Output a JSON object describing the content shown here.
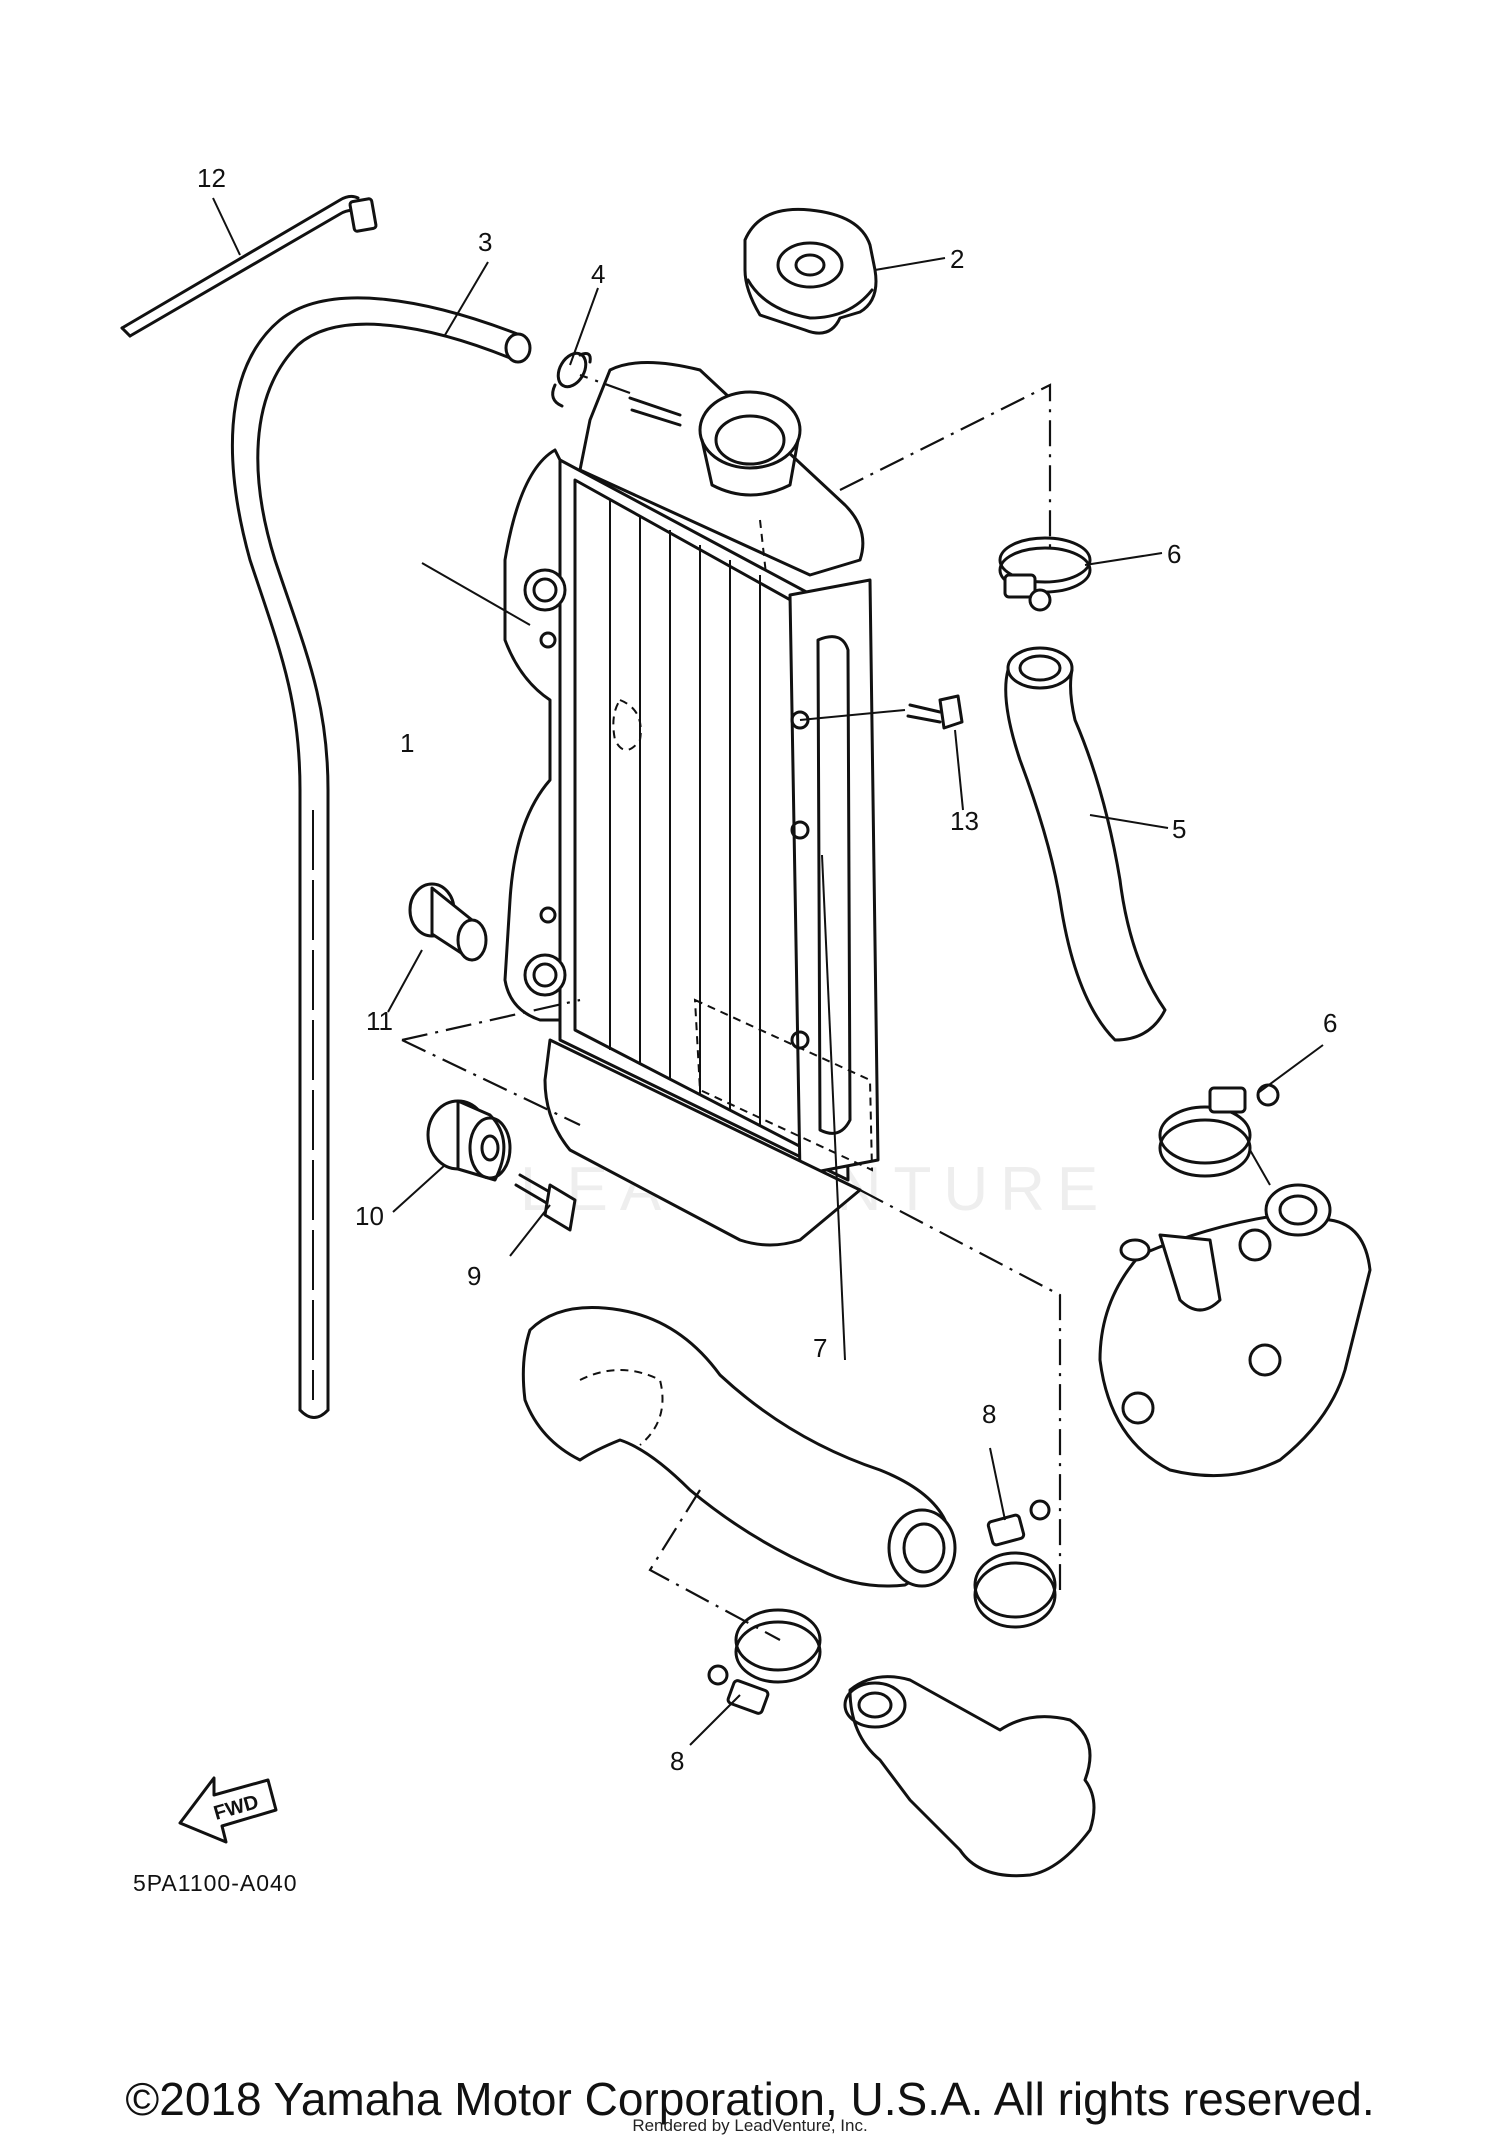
{
  "diagram_code": "5PA1100-A040",
  "copyright": "©2018 Yamaha Motor Corporation, U.S.A. All rights reserved.",
  "rendered_by": "Rendered by LeadVenture, Inc.",
  "watermark": "LEADVENTURE",
  "fwd_label": "FWD",
  "callouts": [
    "1",
    "2",
    "3",
    "4",
    "5",
    "6",
    "6",
    "7",
    "8",
    "8",
    "9",
    "10",
    "11",
    "12",
    "13"
  ],
  "parts": [
    "radiator",
    "radiator-cap",
    "breather-hose",
    "hose-clip",
    "upper-radiator-hose",
    "upper-hose-clamp",
    "lower-radiator-hose",
    "lower-hose-clamp",
    "flange-bolt",
    "grommet",
    "collar",
    "cable-tie",
    "radiator-bolt",
    "water-pump-cover",
    "cylinder-head-outlet"
  ]
}
